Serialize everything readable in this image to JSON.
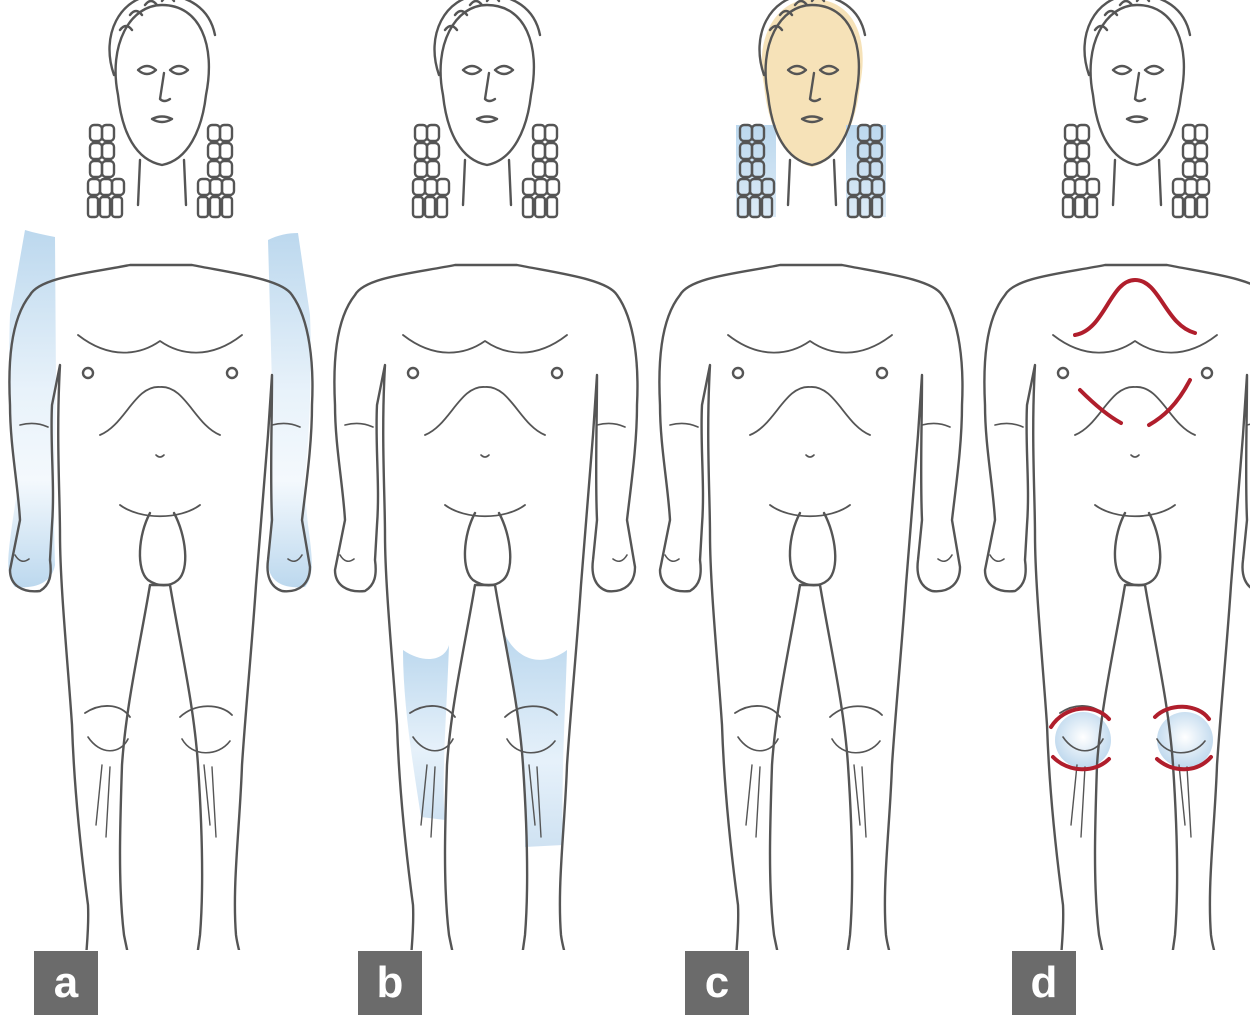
{
  "panels": [
    {
      "label": "a"
    },
    {
      "label": "b"
    },
    {
      "label": "c"
    },
    {
      "label": "d"
    }
  ],
  "colors": {
    "outline": "#555555",
    "highlight_blue": "#bcd8ee",
    "highlight_skin": "#f6e2b8",
    "accent_red": "#b01e2c",
    "label_bg": "#6b6b6b",
    "label_text": "#ffffff"
  }
}
